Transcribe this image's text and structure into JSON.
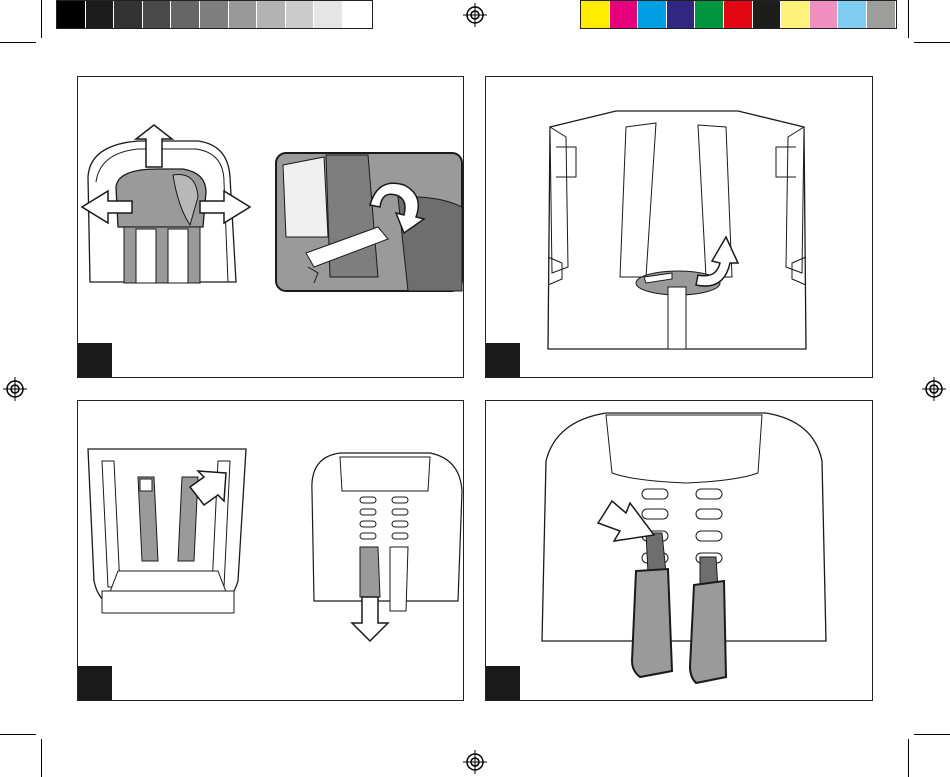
{
  "print_marks": {
    "gray_swatches": [
      "#000000",
      "#1c1c1c",
      "#333333",
      "#4a4a4a",
      "#666666",
      "#7f7f7f",
      "#999999",
      "#b3b3b3",
      "#cccccc",
      "#e5e5e5",
      "#ffffff"
    ],
    "color_swatches": [
      "#ffec00",
      "#e6007e",
      "#009fe3",
      "#312783",
      "#009640",
      "#e30613",
      "#1d1d1b",
      "#fff27a",
      "#f08ec0",
      "#7fcdf1",
      "#9d9d9c"
    ]
  },
  "panels": [
    {
      "id": "panel-1",
      "step_icon": "step-marker"
    },
    {
      "id": "panel-2",
      "step_icon": "step-marker"
    },
    {
      "id": "panel-3",
      "step_icon": "step-marker"
    },
    {
      "id": "panel-4",
      "step_icon": "step-marker"
    }
  ],
  "colors": {
    "accent_gray": "#9a9a9a",
    "dark_gray": "#6e6e6e",
    "line": "#1a1a1a"
  }
}
